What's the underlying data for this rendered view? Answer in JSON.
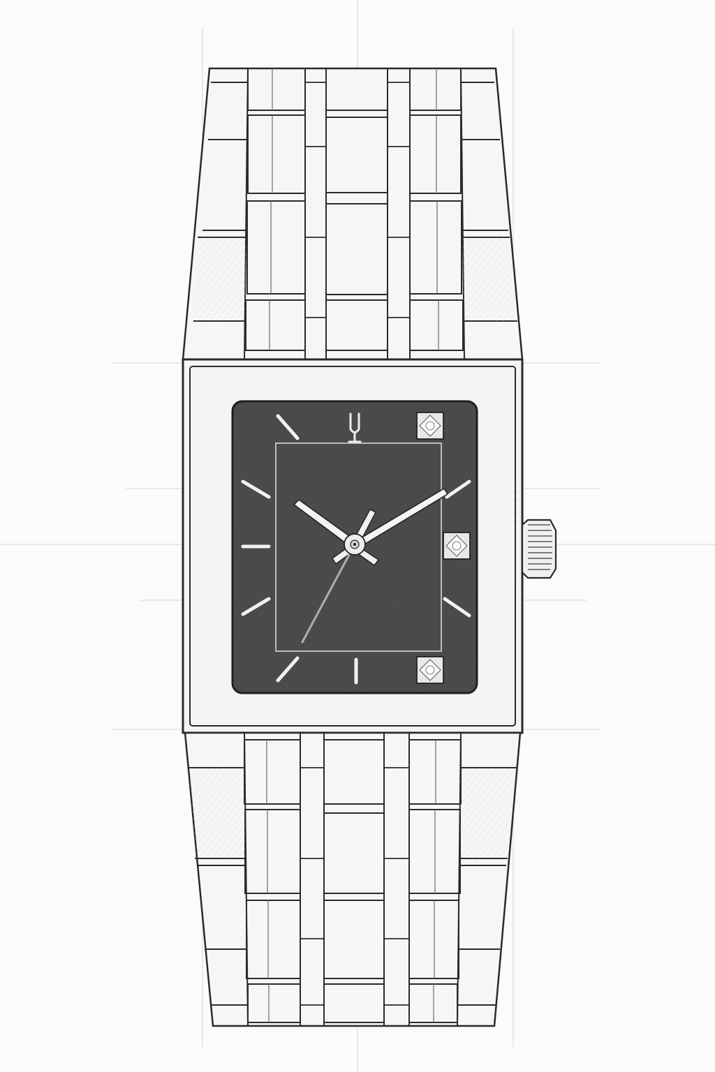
{
  "palette": {
    "paper": "#fbfbfb",
    "ink": "#2a2a2a",
    "guide": "#d2d2d2",
    "dial": "#4a4a4a",
    "dial_dark": "#3a3a3a",
    "metal": "#f2f2f2",
    "metal_shade": "#dcdcdc",
    "hand": "#f4f4f4"
  },
  "icons": {
    "logo": "tuning-fork-icon",
    "diamond_marker": "diamond-icon"
  },
  "watch": {
    "style": "pencil-sketch",
    "strap": "five-column-link-bracelet",
    "markers": [
      {
        "name": "marker-12",
        "kind": "logo"
      },
      {
        "name": "marker-1",
        "kind": "diamond"
      },
      {
        "name": "marker-2",
        "kind": "baton"
      },
      {
        "name": "marker-3",
        "kind": "diamond"
      },
      {
        "name": "marker-4",
        "kind": "baton"
      },
      {
        "name": "marker-5",
        "kind": "diamond"
      },
      {
        "name": "marker-6",
        "kind": "baton"
      },
      {
        "name": "marker-7",
        "kind": "baton"
      },
      {
        "name": "marker-8",
        "kind": "baton"
      },
      {
        "name": "marker-9",
        "kind": "baton"
      },
      {
        "name": "marker-10",
        "kind": "baton"
      },
      {
        "name": "marker-11",
        "kind": "baton"
      }
    ]
  }
}
